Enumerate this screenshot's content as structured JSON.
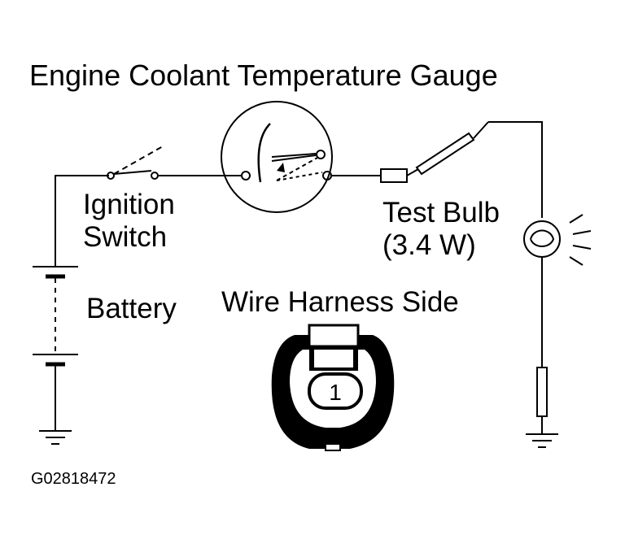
{
  "title": "Engine Coolant Temperature Gauge",
  "labels": {
    "ignition_line1": "Ignition",
    "ignition_line2": "Switch",
    "test_bulb_line1": "Test Bulb",
    "test_bulb_line2": "(3.4 W)",
    "battery": "Battery",
    "wire_harness_side": "Wire Harness Side",
    "connector_pin": "1"
  },
  "figure_code": "G02818472"
}
